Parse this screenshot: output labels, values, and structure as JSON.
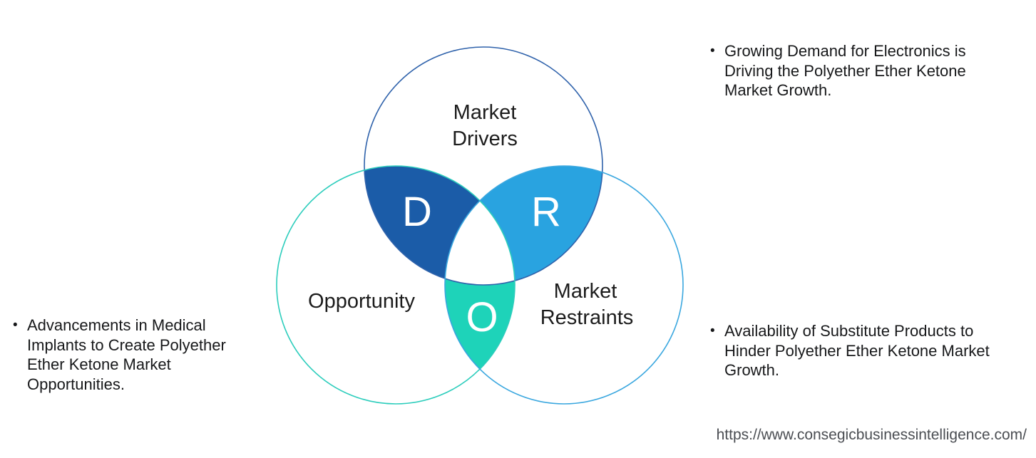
{
  "diagram": {
    "label_color": "#1c1c1c",
    "letter_color": "#ffffff",
    "top_circle": {
      "name": "Market Drivers",
      "label_line1": "Market",
      "label_line2": "Drivers",
      "outline_color": "#2f62ab",
      "region_letter": "D",
      "region_color": "#1b5ca8"
    },
    "left_circle": {
      "name": "Opportunity",
      "label_line1": "Opportunity",
      "outline_color": "#2ccdbc",
      "region_letter": "O",
      "region_color": "#1ed3b9"
    },
    "right_circle": {
      "name": "Market Restraints",
      "label_line1": "Market",
      "label_line2": "Restraints",
      "outline_color": "#3aa7df",
      "region_letter": "R",
      "region_color": "#29a3e0"
    }
  },
  "bullets": {
    "marker": "•",
    "top_right": "Growing Demand for Electronics is Driving the Polyether Ether Ketone Market Growth.",
    "bottom_left": "Advancements in Medical Implants to Create Polyether Ether Ketone Market Opportunities.",
    "bottom_right": "Availability of Substitute Products to Hinder Polyether Ether Ketone Market Growth."
  },
  "footer": {
    "url": "https://www.consegicbusinessintelligence.com/"
  }
}
